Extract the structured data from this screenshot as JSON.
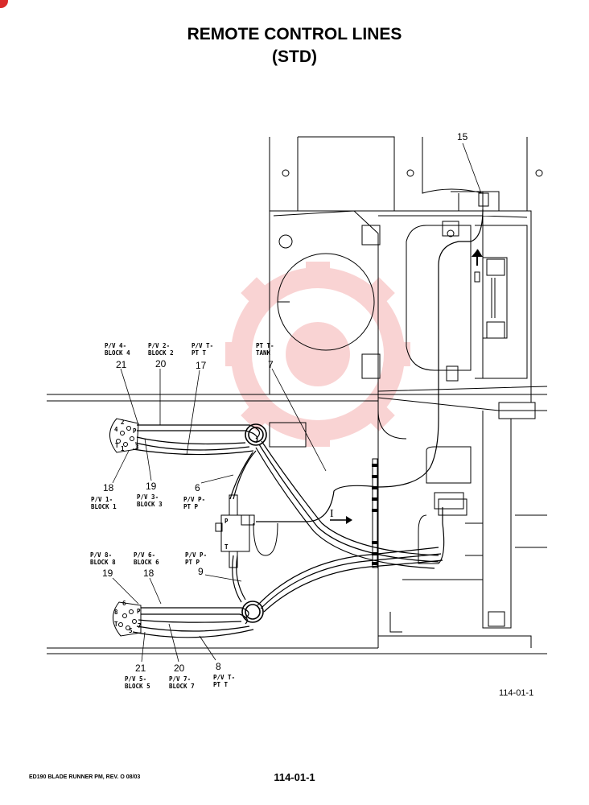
{
  "header": {
    "title_line1": "REMOTE CONTROL LINES",
    "title_line2": "(STD)"
  },
  "diagram": {
    "callouts": {
      "c15": "15",
      "c21a": "21",
      "c20a": "20",
      "c17": "17",
      "c7": "7",
      "c18a": "18",
      "c19a": "19",
      "c6": "6",
      "c19b": "19",
      "c18b": "18",
      "c9": "9",
      "c21b": "21",
      "c20b": "20",
      "c8": "8"
    },
    "labels": {
      "pv4_block4": [
        "P/V 4-",
        "BLOCK 4"
      ],
      "pv2_block2": [
        "P/V 2-",
        "BLOCK 2"
      ],
      "pvt_ptt_top": [
        "P/V T-",
        "PT T"
      ],
      "ptt_tank": [
        "PT T-",
        "TANK"
      ],
      "pv1_block1": [
        "P/V 1-",
        "BLOCK 1"
      ],
      "pv3_block3": [
        "P/V 3-",
        "BLOCK 3"
      ],
      "pvp_ptp_top": [
        "P/V P-",
        "PT P"
      ],
      "pv8_block8": [
        "P/V 8-",
        "BLOCK 8"
      ],
      "pv6_block6": [
        "P/V 6-",
        "BLOCK 6"
      ],
      "pvp_ptp_mid": [
        "P/V P-",
        "PT P"
      ],
      "pv5_block5": [
        "P/V 5-",
        "BLOCK 5"
      ],
      "pv7_block7": [
        "P/V 7-",
        "BLOCK 7"
      ],
      "pvt_ptt_bot": [
        "P/V T-",
        "PT T"
      ]
    },
    "valve_upper_ports": {
      "p2": "2",
      "p4": "4",
      "p1": "1",
      "p3": "3",
      "pt": "T",
      "pp": "P"
    },
    "valve_lower_ports": {
      "p6": "6",
      "p8": "8",
      "p5": "5",
      "p7": "7",
      "pt": "T",
      "pp": "P"
    },
    "pump_ports": {
      "p": "P",
      "t": "T"
    },
    "flow_marker": "I",
    "figure_ref": "114-01-1"
  },
  "footer": {
    "left": "ED190 BLADE RUNNER PM, REV. O 08/03",
    "page_number": "114-01-1"
  },
  "colors": {
    "watermark": "#f2a0a0",
    "line": "#000000"
  }
}
